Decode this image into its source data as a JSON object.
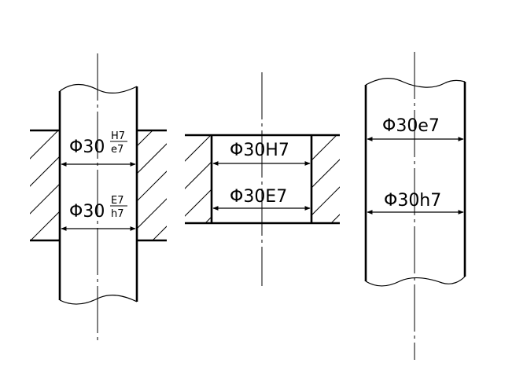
{
  "figure_left": {
    "fit_top": {
      "prefix": "Φ30",
      "hole": "H7",
      "shaft": "e7"
    },
    "fit_bottom": {
      "prefix": "Φ30",
      "hole": "E7",
      "shaft": "h7"
    }
  },
  "figure_middle": {
    "hole_top": "Φ30H7",
    "hole_bottom": "Φ30E7"
  },
  "figure_right": {
    "shaft_top": "Φ30e7",
    "shaft_bottom": "Φ30h7"
  }
}
